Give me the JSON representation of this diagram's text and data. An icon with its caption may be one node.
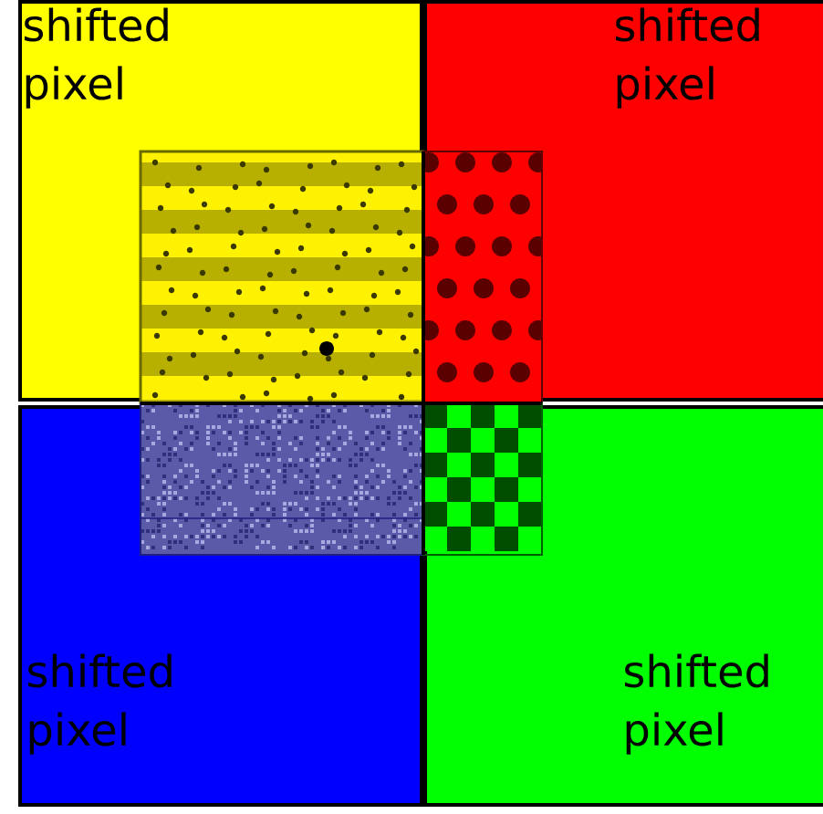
{
  "diagram": {
    "nodes": [
      {
        "text": [
          "shifted pixel"
        ]
      },
      {
        "text": [
          "shifted pixel"
        ]
      },
      {
        "text": [
          "shifted pixel"
        ]
      },
      {
        "text": [
          "shifted pixel"
        ]
      }
    ]
  }
}
